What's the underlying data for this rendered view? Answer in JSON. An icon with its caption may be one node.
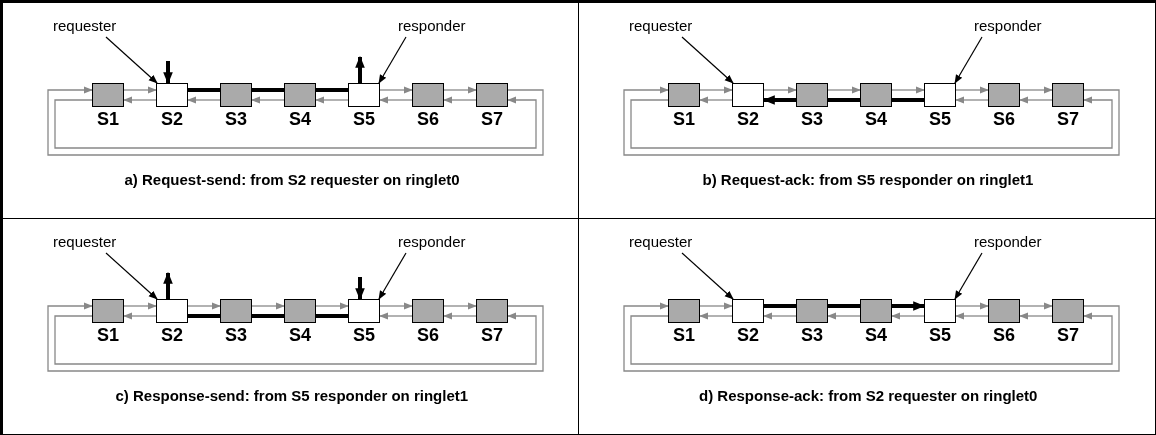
{
  "diagram": {
    "nodes": [
      {
        "text": [
          "a) Request-send: from S2 requester on ringlet0"
        ]
      },
      {
        "text": [
          "S1"
        ],
        "in": 0
      },
      {
        "text": [
          "S2"
        ],
        "in": 0
      },
      {
        "text": [
          "S3"
        ],
        "in": 0
      },
      {
        "text": [
          "S4"
        ],
        "in": 0
      },
      {
        "text": [
          "S5"
        ],
        "in": 0
      },
      {
        "text": [
          "S6"
        ],
        "in": 0
      },
      {
        "text": [
          "S7"
        ],
        "in": 0
      },
      {
        "text": [
          "requester"
        ],
        "in": 0
      },
      {
        "text": [
          "responder"
        ],
        "in": 0
      },
      {
        "text": [
          "b) Request-ack: from S5 responder on ringlet1"
        ]
      },
      {
        "text": [
          "S1"
        ],
        "in": 10
      },
      {
        "text": [
          "S2"
        ],
        "in": 10
      },
      {
        "text": [
          "S3"
        ],
        "in": 10
      },
      {
        "text": [
          "S4"
        ],
        "in": 10
      },
      {
        "text": [
          "S5"
        ],
        "in": 10
      },
      {
        "text": [
          "S6"
        ],
        "in": 10
      },
      {
        "text": [
          "S7"
        ],
        "in": 10
      },
      {
        "text": [
          "requester"
        ],
        "in": 10
      },
      {
        "text": [
          "responder"
        ],
        "in": 10
      },
      {
        "text": [
          "c) Response-send: from S5 responder on ringlet1"
        ]
      },
      {
        "text": [
          "S1"
        ],
        "in": 20
      },
      {
        "text": [
          "S2"
        ],
        "in": 20
      },
      {
        "text": [
          "S3"
        ],
        "in": 20
      },
      {
        "text": [
          "S4"
        ],
        "in": 20
      },
      {
        "text": [
          "S5"
        ],
        "in": 20
      },
      {
        "text": [
          "S6"
        ],
        "in": 20
      },
      {
        "text": [
          "S7"
        ],
        "in": 20
      },
      {
        "text": [
          "requester"
        ],
        "in": 20
      },
      {
        "text": [
          "responder"
        ],
        "in": 20
      },
      {
        "text": [
          "d) Response-ack: from S2 requester on ringlet0"
        ]
      },
      {
        "text": [
          "S1"
        ],
        "in": 30
      },
      {
        "text": [
          "S2"
        ],
        "in": 30
      },
      {
        "text": [
          "S3"
        ],
        "in": 30
      },
      {
        "text": [
          "S4"
        ],
        "in": 30
      },
      {
        "text": [
          "S5"
        ],
        "in": 30
      },
      {
        "text": [
          "S6"
        ],
        "in": 30
      },
      {
        "text": [
          "S7"
        ],
        "in": 30
      },
      {
        "text": [
          "requester"
        ],
        "in": 30
      },
      {
        "text": [
          "responder"
        ],
        "in": 30
      }
    ],
    "edges": [
      {
        "from": 8,
        "to": 2,
        "arrow": "to",
        "color": "#000000"
      },
      {
        "from": 9,
        "to": 5,
        "arrow": "to",
        "color": "#000000"
      },
      {
        "from": 1,
        "to": 2,
        "arrow": "to"
      },
      {
        "from": 5,
        "to": 6,
        "arrow": "to"
      },
      {
        "from": 6,
        "to": 7,
        "arrow": "to"
      },
      {
        "from": 7,
        "to": 1,
        "arrow": "to"
      },
      {
        "from": 7,
        "to": 6,
        "arrow": "to"
      },
      {
        "from": 6,
        "to": 5,
        "arrow": "to"
      },
      {
        "from": 5,
        "to": 4,
        "arrow": "to"
      },
      {
        "from": 4,
        "to": 3,
        "arrow": "to"
      },
      {
        "from": 3,
        "to": 2,
        "arrow": "to"
      },
      {
        "from": 2,
        "to": 1,
        "arrow": "to"
      },
      {
        "from": 1,
        "to": 7,
        "arrow": "to"
      },
      {
        "from": null,
        "to": 2,
        "arrow": "to",
        "style": "thick",
        "color": "#000000"
      },
      {
        "from": 2,
        "to": 3,
        "arrow": "none",
        "style": "thick",
        "color": "#000000"
      },
      {
        "from": 3,
        "to": 4,
        "arrow": "none",
        "style": "thick",
        "color": "#000000"
      },
      {
        "from": 4,
        "to": 5,
        "arrow": "none",
        "style": "thick",
        "color": "#000000"
      },
      {
        "from": 5,
        "to": null,
        "arrow": "to",
        "style": "thick",
        "color": "#000000"
      },
      {
        "from": 18,
        "to": 12,
        "arrow": "to",
        "color": "#000000"
      },
      {
        "from": 19,
        "to": 15,
        "arrow": "to",
        "color": "#000000"
      },
      {
        "from": 11,
        "to": 12,
        "arrow": "to"
      },
      {
        "from": 12,
        "to": 13,
        "arrow": "to"
      },
      {
        "from": 13,
        "to": 14,
        "arrow": "to"
      },
      {
        "from": 14,
        "to": 15,
        "arrow": "to"
      },
      {
        "from": 15,
        "to": 16,
        "arrow": "to"
      },
      {
        "from": 16,
        "to": 17,
        "arrow": "to"
      },
      {
        "from": 17,
        "to": 11,
        "arrow": "to"
      },
      {
        "from": 17,
        "to": 16,
        "arrow": "to"
      },
      {
        "from": 16,
        "to": 15,
        "arrow": "to"
      },
      {
        "from": 12,
        "to": 11,
        "arrow": "to"
      },
      {
        "from": 11,
        "to": 17,
        "arrow": "to"
      },
      {
        "from": 15,
        "to": 14,
        "arrow": "none",
        "style": "thick",
        "color": "#000000"
      },
      {
        "from": 14,
        "to": 13,
        "arrow": "none",
        "style": "thick",
        "color": "#000000"
      },
      {
        "from": 13,
        "to": 12,
        "arrow": "to",
        "style": "thick",
        "color": "#000000"
      },
      {
        "from": 28,
        "to": 22,
        "arrow": "to",
        "color": "#000000"
      },
      {
        "from": 29,
        "to": 25,
        "arrow": "to",
        "color": "#000000"
      },
      {
        "from": 21,
        "to": 22,
        "arrow": "to"
      },
      {
        "from": 22,
        "to": 23,
        "arrow": "to"
      },
      {
        "from": 23,
        "to": 24,
        "arrow": "to"
      },
      {
        "from": 24,
        "to": 25,
        "arrow": "to"
      },
      {
        "from": 25,
        "to": 26,
        "arrow": "to"
      },
      {
        "from": 26,
        "to": 27,
        "arrow": "to"
      },
      {
        "from": 27,
        "to": 21,
        "arrow": "to"
      },
      {
        "from": 27,
        "to": 26,
        "arrow": "to"
      },
      {
        "from": 26,
        "to": 25,
        "arrow": "to"
      },
      {
        "from": 22,
        "to": 21,
        "arrow": "to"
      },
      {
        "from": 21,
        "to": 27,
        "arrow": "to"
      },
      {
        "from": null,
        "to": 25,
        "arrow": "to",
        "style": "thick",
        "color": "#000000"
      },
      {
        "from": 25,
        "to": 24,
        "arrow": "none",
        "style": "thick",
        "color": "#000000"
      },
      {
        "from": 24,
        "to": 23,
        "arrow": "none",
        "style": "thick",
        "color": "#000000"
      },
      {
        "from": 23,
        "to": 22,
        "arrow": "none",
        "style": "thick",
        "color": "#000000"
      },
      {
        "from": 22,
        "to": null,
        "arrow": "to",
        "style": "thick",
        "color": "#000000"
      },
      {
        "from": 38,
        "to": 32,
        "arrow": "to",
        "color": "#000000"
      },
      {
        "from": 39,
        "to": 35,
        "arrow": "to",
        "color": "#000000"
      },
      {
        "from": 31,
        "to": 32,
        "arrow": "to"
      },
      {
        "from": 35,
        "to": 36,
        "arrow": "to"
      },
      {
        "from": 36,
        "to": 37,
        "arrow": "to"
      },
      {
        "from": 37,
        "to": 31,
        "arrow": "to"
      },
      {
        "from": 37,
        "to": 36,
        "arrow": "to"
      },
      {
        "from": 36,
        "to": 35,
        "arrow": "to"
      },
      {
        "from": 35,
        "to": 34,
        "arrow": "to"
      },
      {
        "from": 34,
        "to": 33,
        "arrow": "to"
      },
      {
        "from": 33,
        "to": 32,
        "arrow": "to"
      },
      {
        "from": 32,
        "to": 31,
        "arrow": "to"
      },
      {
        "from": 31,
        "to": 37,
        "arrow": "to"
      },
      {
        "from": 32,
        "to": 33,
        "arrow": "none",
        "style": "thick",
        "color": "#000000"
      },
      {
        "from": 33,
        "to": 34,
        "arrow": "none",
        "style": "thick",
        "color": "#000000"
      },
      {
        "from": 34,
        "to": 35,
        "arrow": "to",
        "style": "thick",
        "color": "#000000"
      }
    ]
  }
}
